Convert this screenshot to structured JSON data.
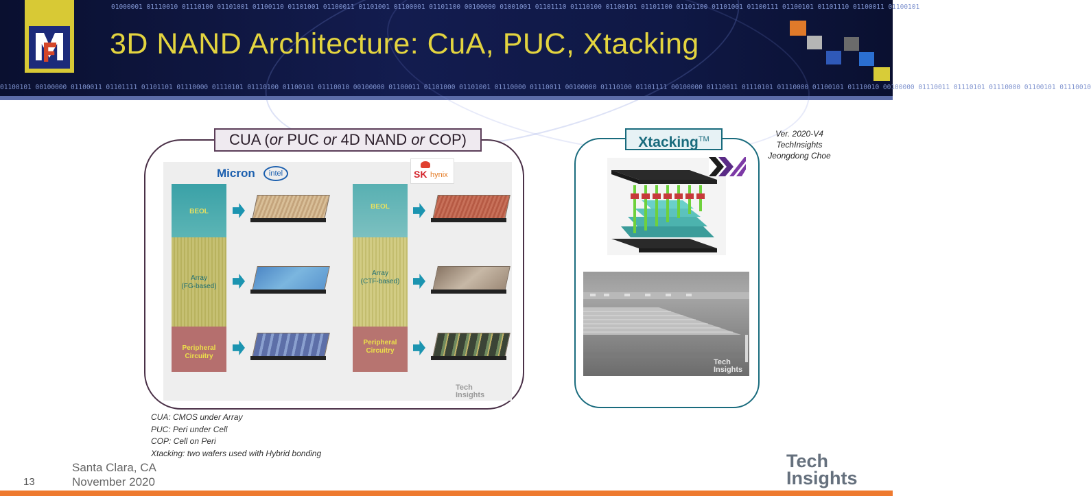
{
  "header": {
    "title": "3D NAND Architecture: CuA, PUC, Xtacking",
    "binary_top": "01000001 01110010 01110100 01101001 01100110 01101001 01100011 01101001 01100001 01101100 00100000 01001001 01101110 01110100 01100101 01101100 01101100 01101001 01100111 01100101 01101110 01100011 01100101",
    "binary_bottom": "01100101 00100000 01100011 01101111 01101101 01110000 01110101 01110100 01100101 01110010 00100000 01100011 01101000 01101001 01110000 01110011 00100000 01110100 01101111 00100000 01110011 01110101 01110000 01100101 01110010 00100000 01110011 01110101 01110000 01100101 01110010",
    "colors": {
      "background": "#0f1845",
      "title": "#e3d43f",
      "accent_orange": "#ee7a2f"
    }
  },
  "cua_panel": {
    "label_parts": [
      "CUA (",
      "or",
      " PUC ",
      "or",
      " 4D NAND ",
      "or",
      " COP)"
    ],
    "brands": {
      "micron": "Micron",
      "intel": "intel",
      "skhynix_main": "SK",
      "skhynix_sub": "hynix"
    },
    "micron_layers": {
      "beol": "BEOL",
      "array_line1": "Array",
      "array_line2": "(FG-based)",
      "peri_line1": "Peripheral",
      "peri_line2": "Circuitry"
    },
    "hynix_layers": {
      "beol": "BEOL",
      "array_line1": "Array",
      "array_line2": "(CTF-based)",
      "peri_line1": "Peripheral",
      "peri_line2": "Circuitry"
    },
    "watermark_line1": "Tech",
    "watermark_line2": "Insights"
  },
  "xtacking_panel": {
    "label": "Xtacking",
    "trademark": "TM",
    "watermark_line1": "Tech",
    "watermark_line2": "Insights"
  },
  "version": {
    "line1": "Ver. 2020-V4",
    "line2": "TechInsights",
    "line3": "Jeongdong Choe"
  },
  "footnotes": [
    "CUA: CMOS under Array",
    "PUC: Peri under Cell",
    "COP: Cell on Peri",
    "Xtacking: two wafers used with Hybrid bonding"
  ],
  "footer": {
    "page_number": "13",
    "location": "Santa Clara, CA",
    "date": "November 2020",
    "logo_line1": "Tech",
    "logo_line2": "Insights"
  }
}
